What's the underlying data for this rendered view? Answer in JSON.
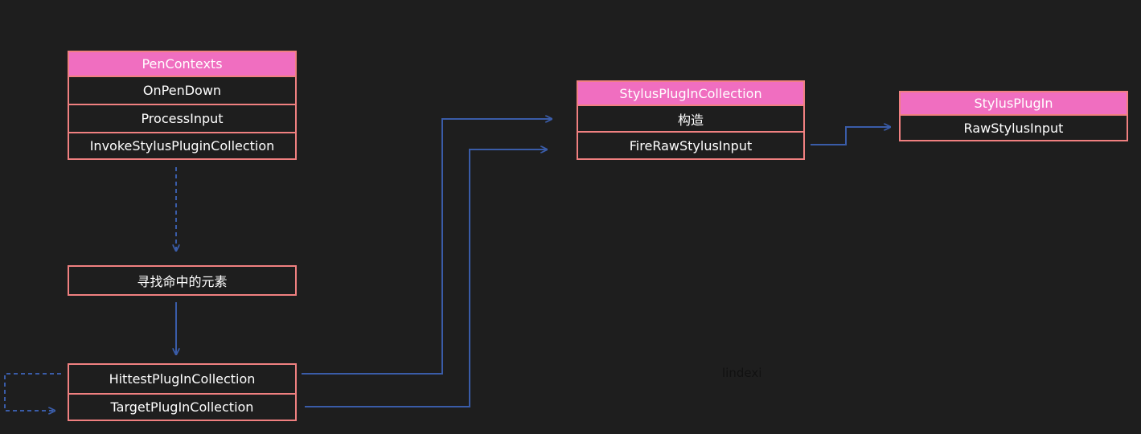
{
  "pen_contexts": {
    "title": "PenContexts",
    "methods": [
      "OnPenDown",
      "ProcessInput",
      "InvokeStylusPluginCollection"
    ]
  },
  "find_hit_element": {
    "label": "寻找命中的元素"
  },
  "hittest_group": {
    "rows": [
      "HittestPlugInCollection",
      "TargetPlugInCollection"
    ]
  },
  "stylus_plugin_collection": {
    "title": "StylusPlugInCollection",
    "methods": [
      "构造",
      "FireRawStylusInput"
    ]
  },
  "stylus_plugin": {
    "title": "StylusPlugIn",
    "methods": [
      "RawStylusInput"
    ]
  },
  "watermark": "lindexi",
  "colors": {
    "background": "#1e1e1e",
    "header": "#f06ec0",
    "border": "#f08080",
    "arrow": "#3a5ca8",
    "text": "#ffffff"
  }
}
